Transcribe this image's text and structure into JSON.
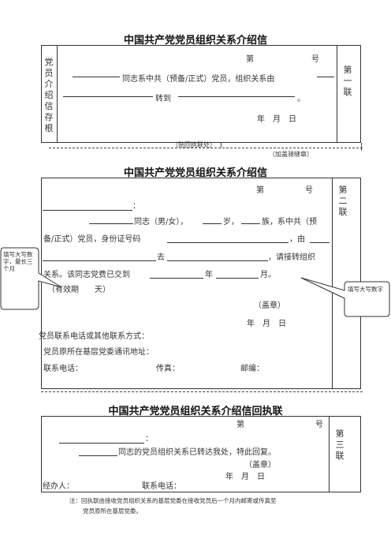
{
  "section1": {
    "title": "中国共产党党员组织关系介绍信",
    "side_label": "党员介绍信存根",
    "no_di": "第",
    "no_hao": "号",
    "line1": "同志系中共（预备/正式）党员，组织关系由",
    "line2_prefix": "转到",
    "line2_end": "。",
    "date": "年　月　日",
    "copy_label": "第一联",
    "seam_note1": "（贴回执联处）",
    "seam_note2": "（加盖骑缝章）"
  },
  "section2": {
    "title": "中国共产党党员组织关系介绍信",
    "no_di": "第",
    "no_hao": "号",
    "colon": "：",
    "line1_a": "同志（男/女），",
    "line1_b": "岁，",
    "line1_c": "族，系中共（预",
    "line2_a": "备/正式）党员，身份证号码",
    "line2_b": "，由",
    "line3_a": "去",
    "line3_b": "，请接转组织",
    "line4_a": "关系。该同志党费已交到",
    "line4_b": "年",
    "line4_c": "月。",
    "validity": "（有效期　　天）",
    "seal": "（盖章）",
    "date": "年　月　日",
    "contact": "党员联系电话或其他联系方式：",
    "address": "党员原所在基层党委通讯地址：",
    "phone": "联系电话：",
    "fax": "传真：",
    "postcode": "邮编：",
    "copy_label": "第二联",
    "callout_left": "填写大写数字，最长三个月",
    "callout_right": "填写大写数字"
  },
  "section3": {
    "title": "中国共产党党员组织关系介绍信回执联",
    "no_di": "第",
    "no_hao": "号",
    "colon": "：",
    "line1": "同志的党员组织关系已转达我处，特此回复。",
    "seal": "（盖章）",
    "date": "年　月　日",
    "handler": "经办人：",
    "phone": "联系电话：",
    "copy_label": "第三联"
  },
  "note": {
    "line1": "注：回执联由接收党员组织关系的基层党委在接收党员后一个月内邮寄或传真至",
    "line2": "党员原所在基层党委。"
  }
}
